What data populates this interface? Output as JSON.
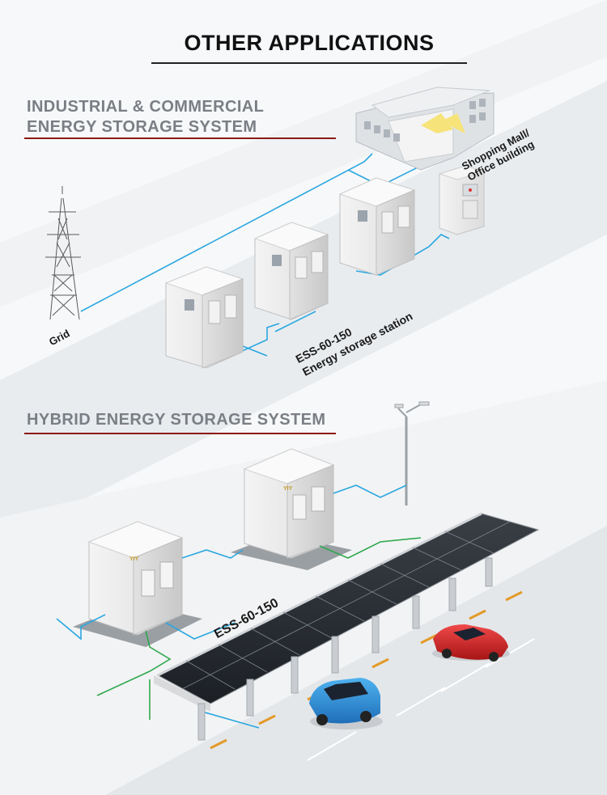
{
  "page": {
    "title": "OTHER APPLICATIONS"
  },
  "sections": [
    {
      "title_line1": "INDUSTRIAL & COMMERCIAL",
      "title_line2": "ENERGY STORAGE SYSTEM",
      "labels": {
        "grid": "Grid",
        "building_line1": "Shopping Mall/",
        "building_line2": "Office building",
        "station_line1": "ESS-60-150",
        "station_line2": "Energy storage station"
      }
    },
    {
      "title": "HYBRID ENERGY STORAGE SYSTEM",
      "labels": {
        "cabinet": "ESS-60-150"
      },
      "cabinet_logo": "YIY"
    }
  ],
  "colors": {
    "blue_line": "#2aa7e0",
    "green_line": "#2fa84f",
    "accent_rule": "#8b1a1a",
    "section_text": "#7a7f85",
    "car_blue": "#2b8fd8",
    "car_red": "#d62828"
  }
}
